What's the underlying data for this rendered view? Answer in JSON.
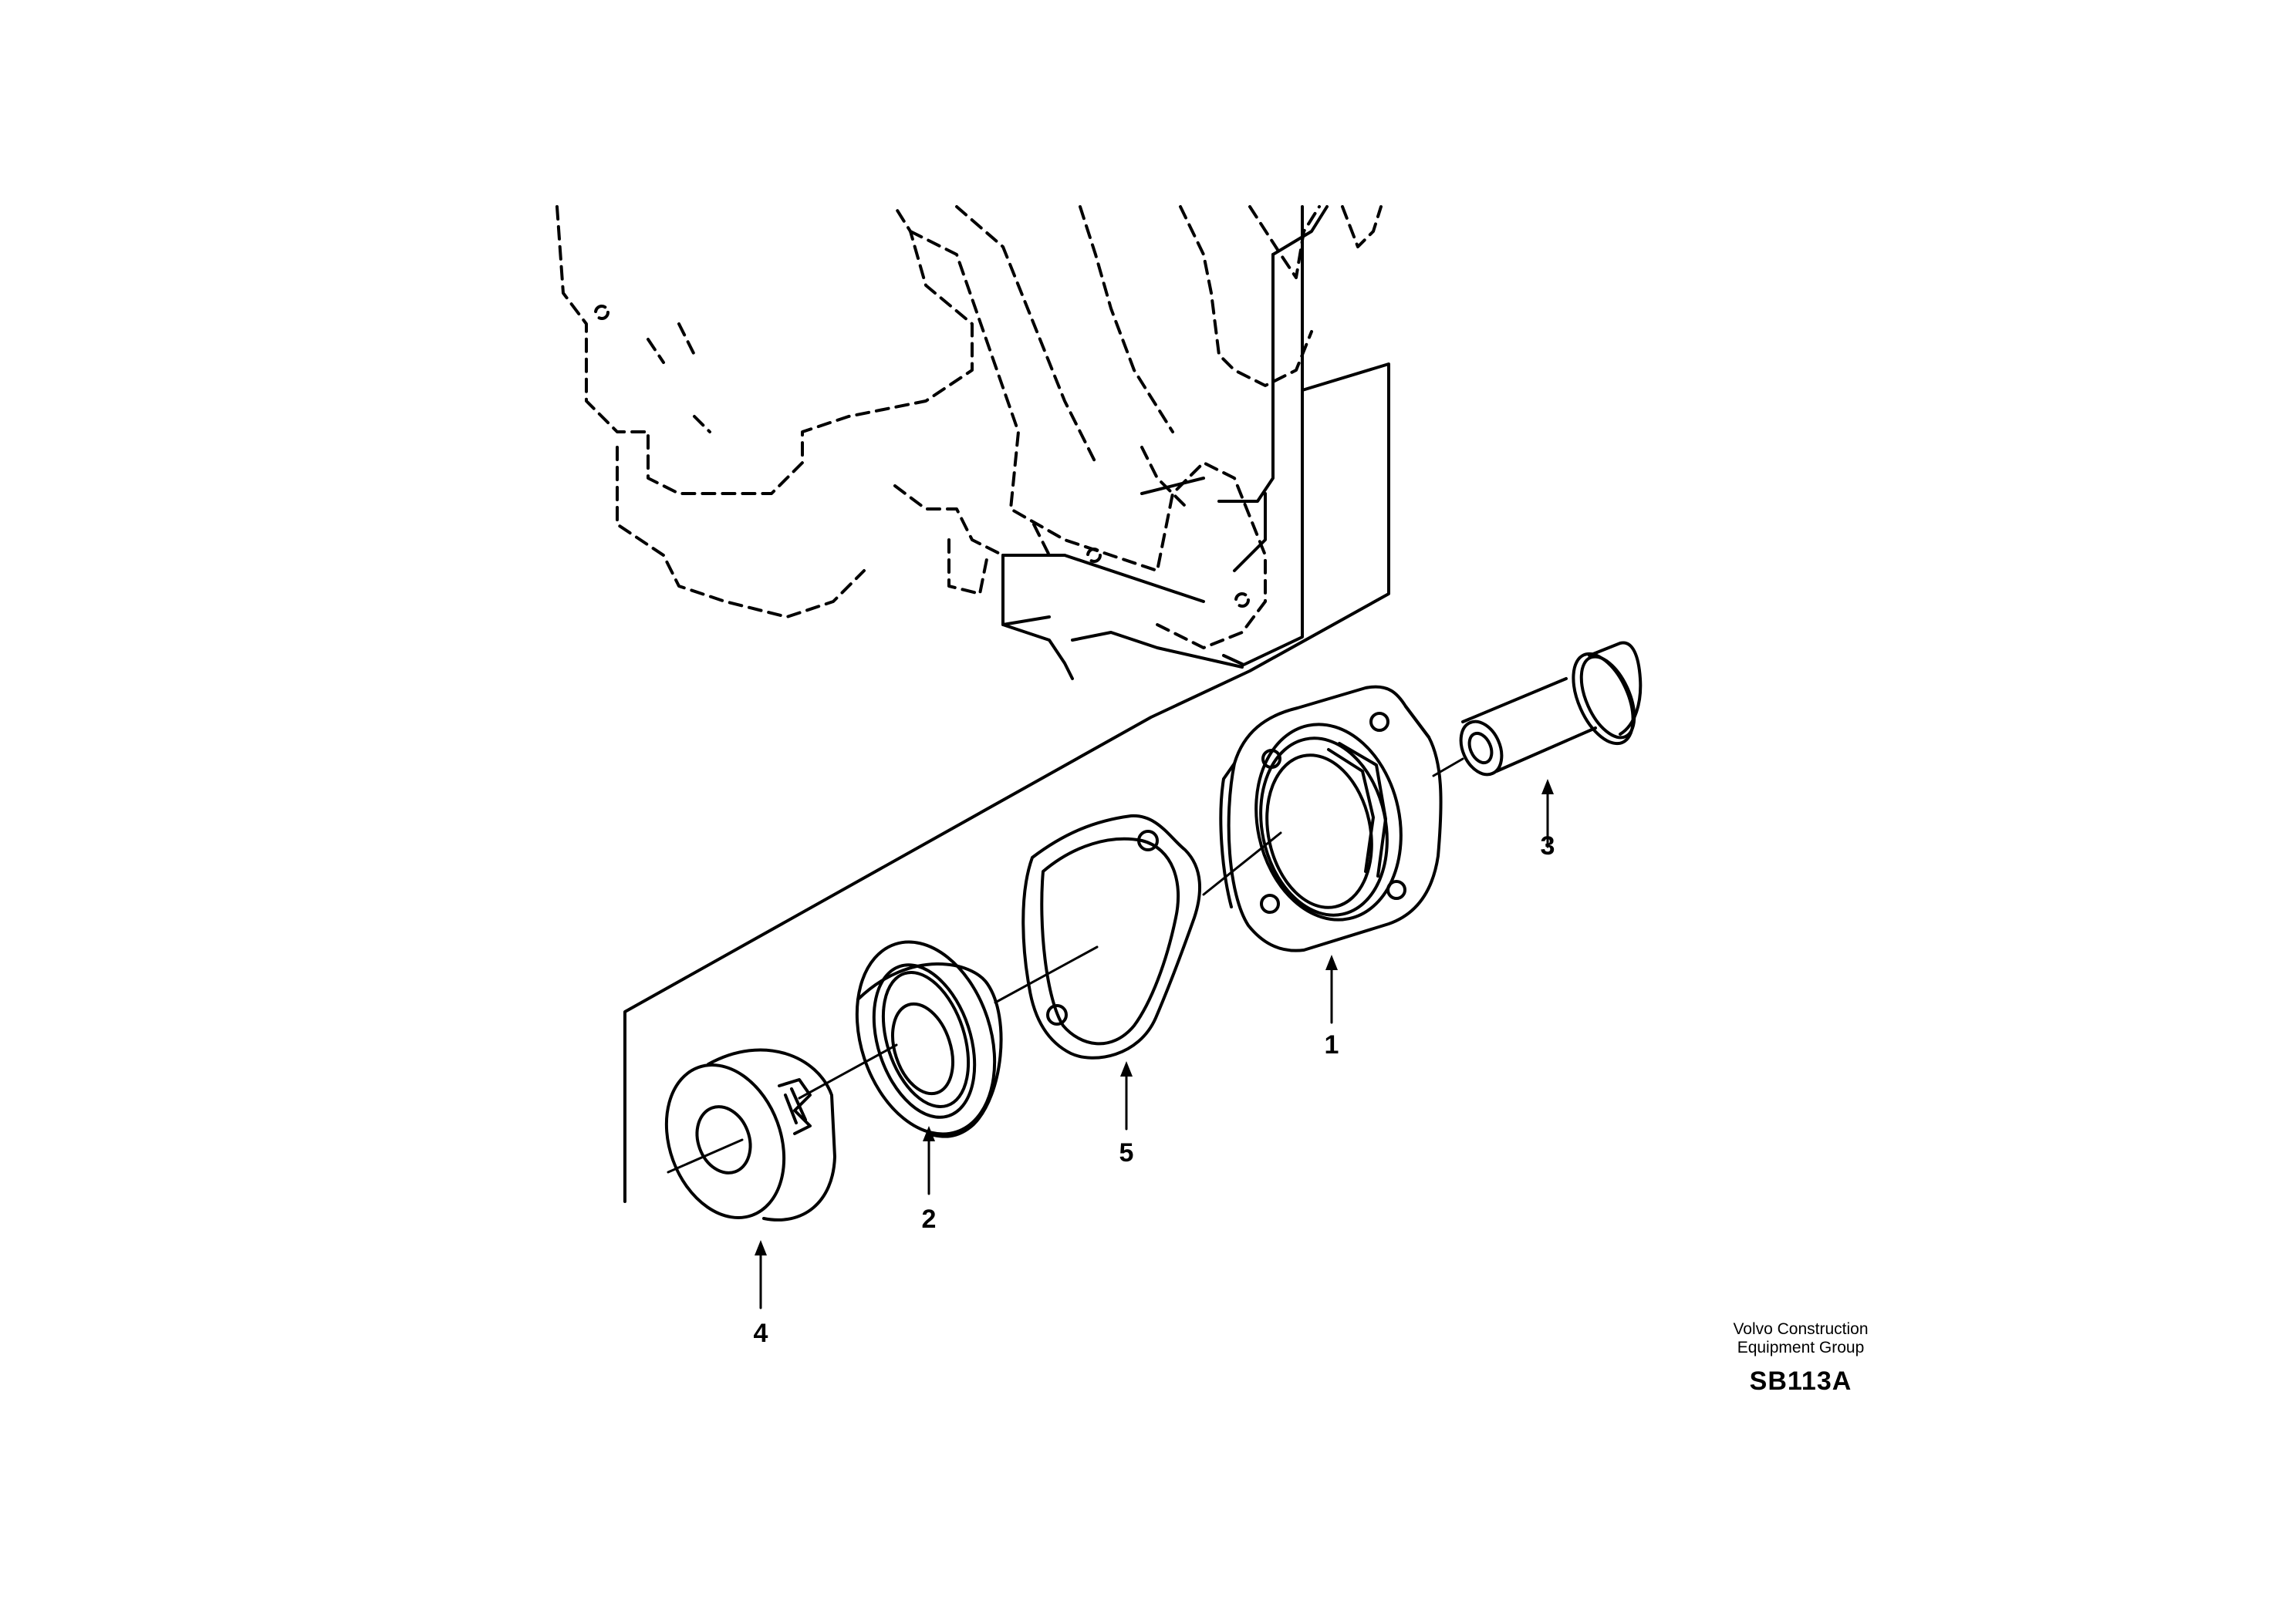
{
  "callouts": {
    "part_1": "1",
    "part_2": "2",
    "part_3": "3",
    "part_4": "4",
    "part_5": "5"
  },
  "credit": {
    "line1": "Volvo Construction",
    "line2": "Equipment Group",
    "code": "SB113A"
  }
}
